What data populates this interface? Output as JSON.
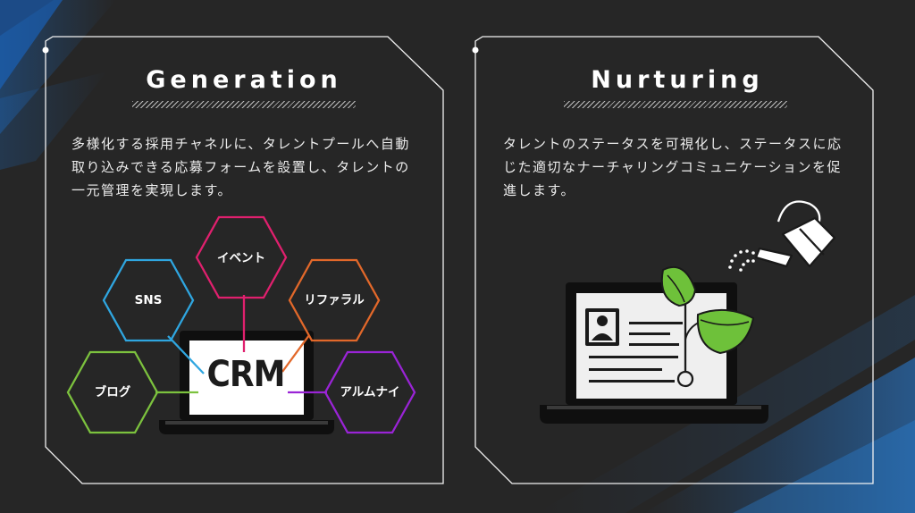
{
  "generation": {
    "title": "Generation",
    "description": "多様化する採用チャネルに、タレントプールへ自動取り込みできる応募フォームを設置し、タレントの一元管理を実現します。",
    "hub_label": "CRM",
    "channels": {
      "event": {
        "label": "イベント",
        "color": "#e0206e"
      },
      "sns": {
        "label": "SNS",
        "color": "#2fa6e0"
      },
      "referral": {
        "label": "リファラル",
        "color": "#e2682a"
      },
      "blog": {
        "label": "ブログ",
        "color": "#7cc23e"
      },
      "alumni": {
        "label": "アルムナイ",
        "color": "#9a24d6"
      }
    }
  },
  "nurturing": {
    "title": "Nurturing",
    "description": "タレントのステータスを可視化し、ステータスに応じた適切なナーチャリングコミュニケーションを促進します。",
    "leaf_color": "#6ec13a"
  }
}
